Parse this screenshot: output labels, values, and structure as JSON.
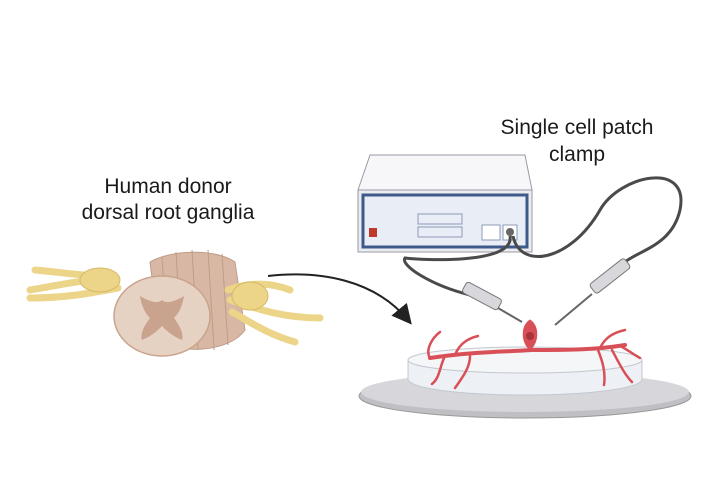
{
  "labels": {
    "drg": {
      "line1": "Human donor",
      "line2": "dorsal root ganglia"
    },
    "patch_clamp": {
      "line1": "Single cell patch",
      "line2": "clamp"
    }
  },
  "colors": {
    "tissue_light": "#e3cfbf",
    "tissue_dark": "#c9a38e",
    "nerve": "#ecd489",
    "amplifier_body": "#f2f2f4",
    "amplifier_panel": "#3d5a8a",
    "neuron": "#d94f57",
    "dish_base": "#c8c8cc",
    "cable": "#4a4a4a",
    "arrow": "#222222"
  }
}
